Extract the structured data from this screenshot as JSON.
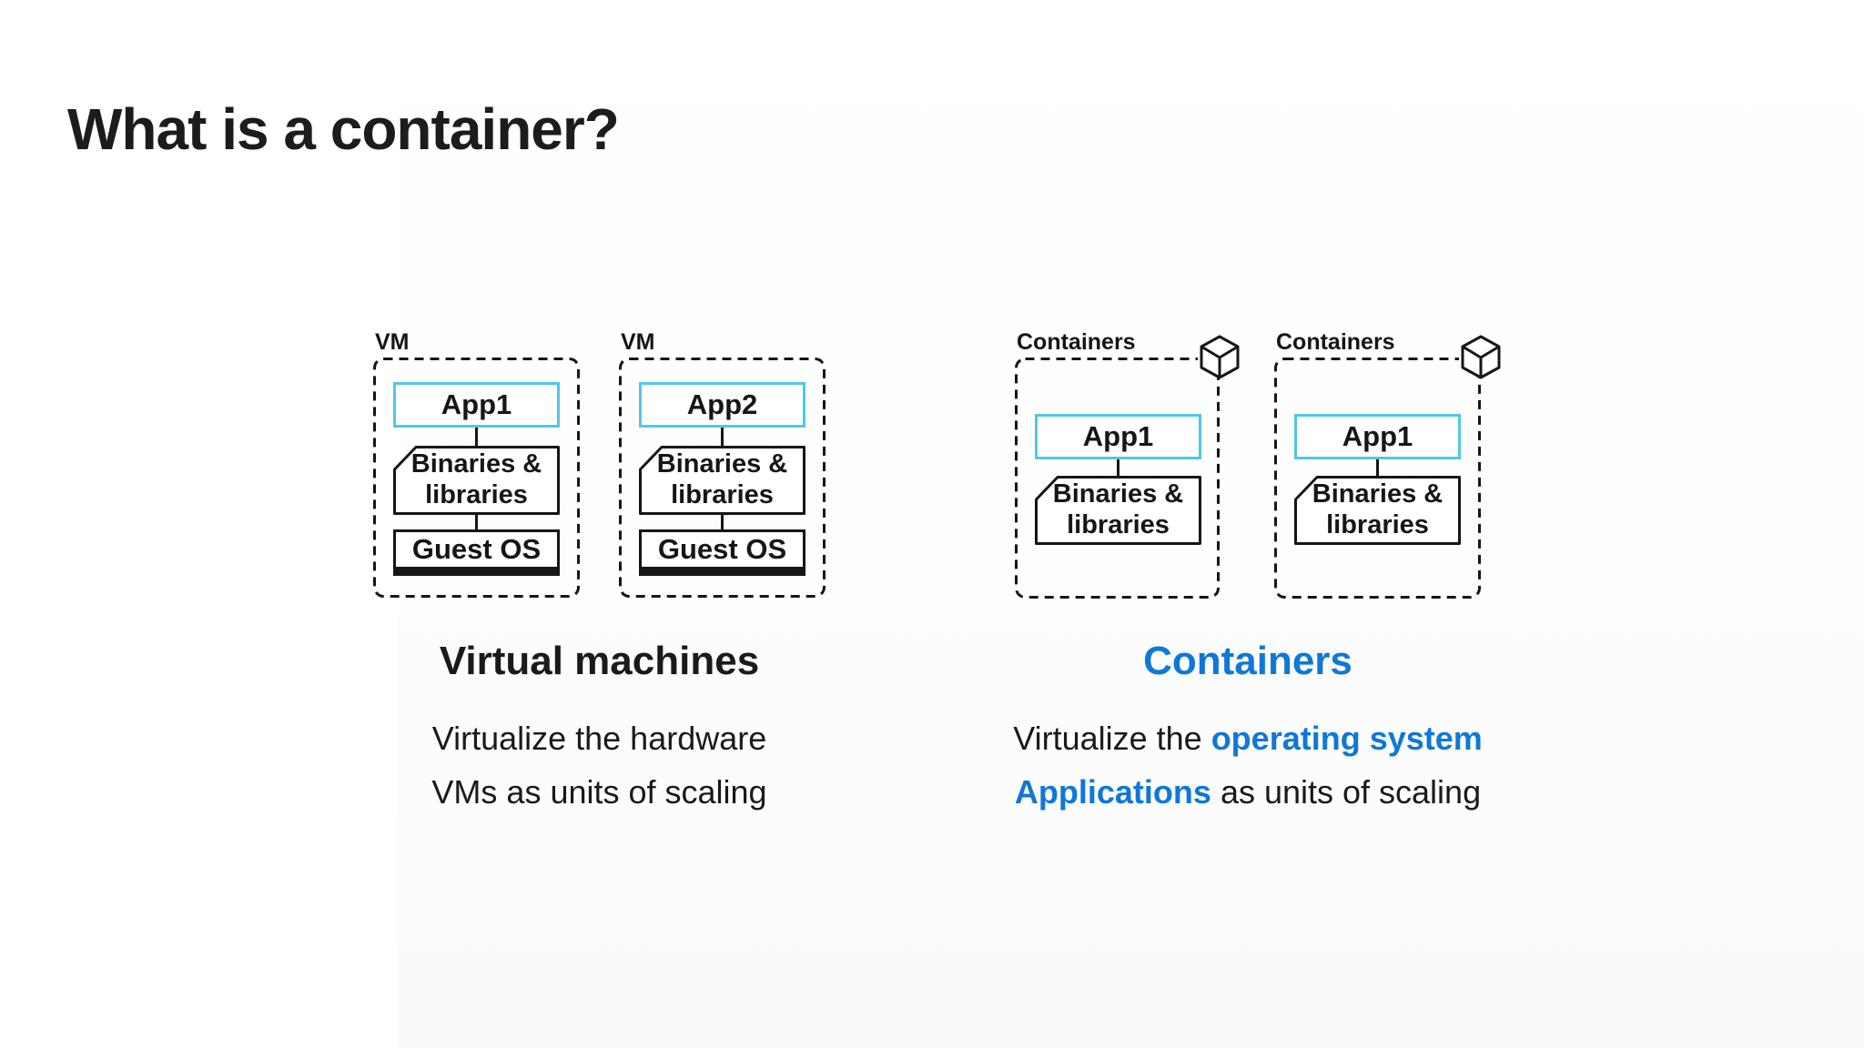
{
  "title": "What is a container?",
  "colors": {
    "accent_blue": "#0e78d7",
    "accent_cyan": "#4fc8e6",
    "diagram_stroke": "#161616",
    "text_dark": "#1a1a1a",
    "background": "#ffffff"
  },
  "diagrams": {
    "vm1": {
      "label": "VM",
      "app": "App1",
      "binaries": "Binaries & libraries",
      "guest_os": "Guest OS"
    },
    "vm2": {
      "label": "VM",
      "app": "App2",
      "binaries": "Binaries & libraries",
      "guest_os": "Guest OS"
    },
    "container1": {
      "label": "Containers",
      "app": "App1",
      "binaries": "Binaries & libraries",
      "icon": "cube-icon"
    },
    "container2": {
      "label": "Containers",
      "app": "App1",
      "binaries": "Binaries & libraries",
      "icon": "cube-icon"
    }
  },
  "left_column": {
    "heading": "Virtual machines",
    "line1": "Virtualize the hardware",
    "line2": "VMs as units of scaling"
  },
  "right_column": {
    "heading": "Containers",
    "line1_prefix": "Virtualize the ",
    "line1_highlight": "operating system",
    "line2_highlight": "Applications",
    "line2_suffix": " as units of scaling"
  }
}
